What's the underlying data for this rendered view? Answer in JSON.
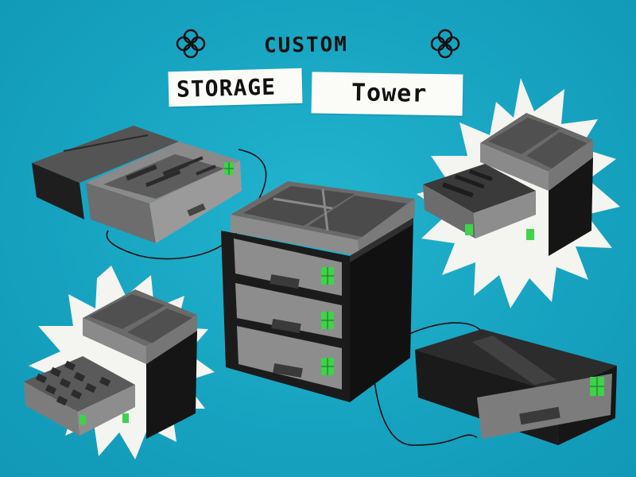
{
  "title": {
    "line1": "CUSTOM",
    "line2a": "STORAGE",
    "line2b": "Tower"
  },
  "icons": {
    "left_flower": "flower-doodle",
    "right_flower": "flower-doodle"
  },
  "colors": {
    "background": "#18a7c3",
    "box_dark": "#1a1a1a",
    "box_gray": "#7f7f7f",
    "accent_green": "#3fd24a",
    "label_card": "#fbfbf8",
    "starburst": "#f5f5f2"
  }
}
